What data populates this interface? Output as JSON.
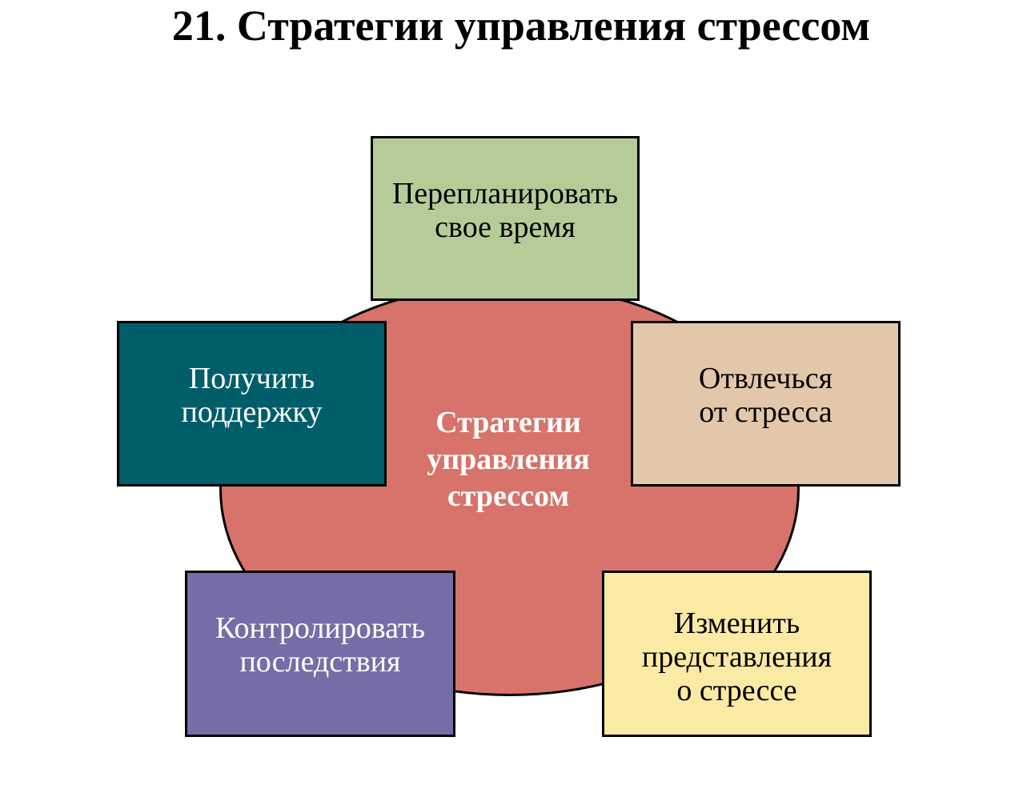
{
  "title": "21. Стратегии управления стрессом",
  "center": {
    "lines": [
      "Стратегии",
      "управления",
      "стрессом"
    ],
    "color": "#d7736a"
  },
  "strategies": [
    {
      "lines": [
        "Перепланировать",
        "свое время"
      ],
      "fill": "#b5cc99",
      "text_color": "#000000"
    },
    {
      "lines": [
        "Получить",
        "поддержку"
      ],
      "fill": "#005e6b",
      "text_color": "#ffffff"
    },
    {
      "lines": [
        "Отвлечься",
        "от стресса"
      ],
      "fill": "#e3c7aa",
      "text_color": "#000000"
    },
    {
      "lines": [
        "Контролировать",
        "последствия"
      ],
      "fill": "#776da6",
      "text_color": "#ffffff"
    },
    {
      "lines": [
        "Изменить",
        "представления",
        "о стрессе"
      ],
      "fill": "#faeaa4",
      "text_color": "#000000"
    }
  ]
}
